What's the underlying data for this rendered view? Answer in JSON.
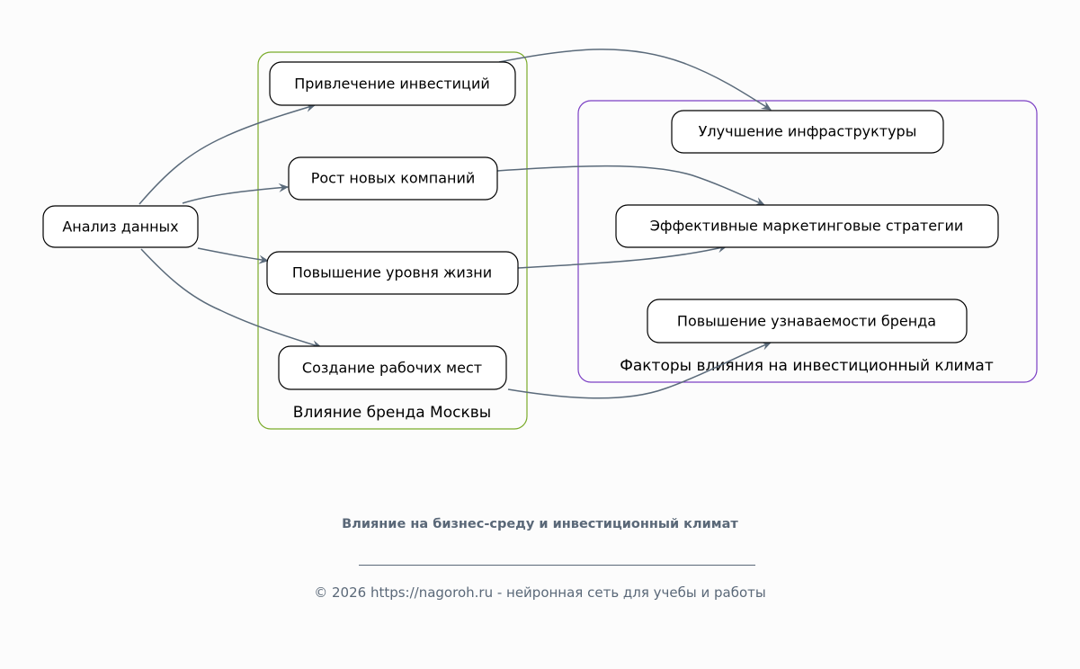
{
  "nodes": {
    "analysis": "Анализ данных",
    "investment": "Привлечение инвестиций",
    "companies": "Рост новых компаний",
    "living": "Повышение уровня жизни",
    "jobs": "Создание рабочих мест",
    "infrastructure": "Улучшение инфраструктуры",
    "marketing": "Эффективные маркетинговые стратегии",
    "brand": "Повышение узнаваемости бренда"
  },
  "clusters": {
    "moscow": "Влияние бренда Москвы",
    "factors": "Факторы влияния на инвестиционный климат"
  },
  "colors": {
    "moscow": "#7aab2a",
    "factors": "#7b3fc4",
    "edge": "#5a6a7a"
  },
  "footer": {
    "title": "Влияние на бизнес-среду и инвестиционный климат",
    "copyright": "© 2026 https://nagoroh.ru - нейронная сеть для учебы и работы"
  }
}
